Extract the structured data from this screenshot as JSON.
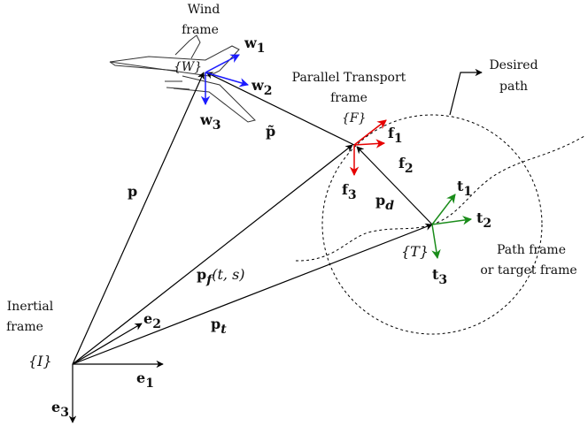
{
  "frames": {
    "wind": {
      "line1": "Wind",
      "line2": "frame",
      "symbol": "{W}"
    },
    "parallel_transport": {
      "line1": "Parallel Transport",
      "line2": "frame",
      "symbol": "{F}"
    },
    "path": {
      "line1": "Path frame",
      "line2": "or target frame",
      "symbol": "{T}"
    },
    "inertial": {
      "line1": "Inertial",
      "line2": "frame",
      "symbol": "{I}"
    },
    "desired_path": {
      "line1": "Desired",
      "line2": "path"
    }
  },
  "vectors": {
    "w1": {
      "base": "w",
      "sub": "1"
    },
    "w2": {
      "base": "w",
      "sub": "2"
    },
    "w3": {
      "base": "w",
      "sub": "3"
    },
    "f1": {
      "base": "f",
      "sub": "1"
    },
    "f2": {
      "base": "f",
      "sub": "2"
    },
    "f3": {
      "base": "f",
      "sub": "3"
    },
    "t1": {
      "base": "t",
      "sub": "1"
    },
    "t2": {
      "base": "t",
      "sub": "2"
    },
    "t3": {
      "base": "t",
      "sub": "3"
    },
    "e1": {
      "base": "e",
      "sub": "1"
    },
    "e2": {
      "base": "e",
      "sub": "2"
    },
    "e3": {
      "base": "e",
      "sub": "3"
    },
    "p": {
      "base": "p"
    },
    "p_tilde": {
      "base": "p̃"
    },
    "p_d": {
      "base": "p",
      "sub": "d"
    },
    "p_t": {
      "base": "p",
      "sub": "t"
    },
    "p_f": {
      "base": "p",
      "sub": "f",
      "args": "(t, s)"
    }
  },
  "colors": {
    "wind_axes": "#1a1aff",
    "parallel_transport_axes": "#e60000",
    "path_axes": "#1a8c1a",
    "lines": "#000000"
  }
}
